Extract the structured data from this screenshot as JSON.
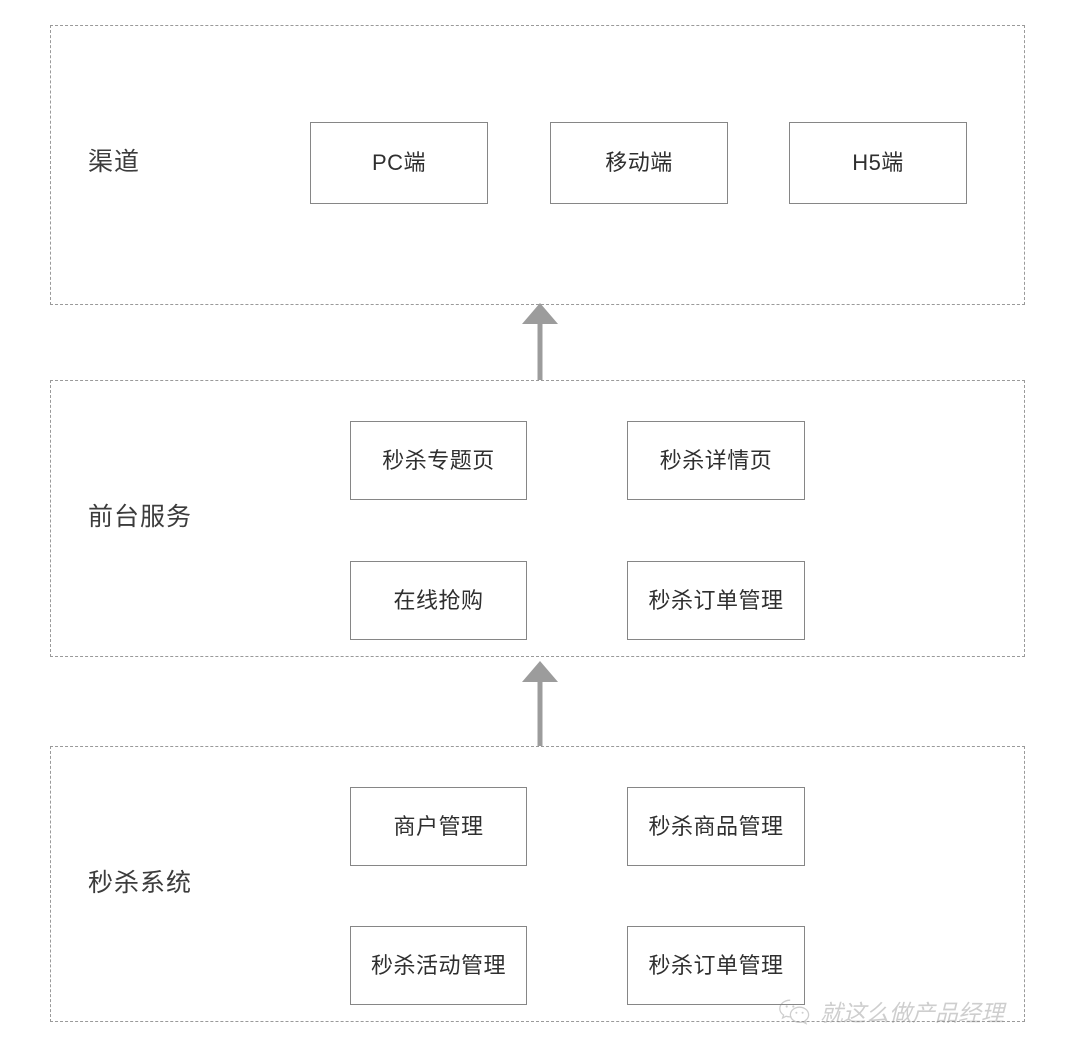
{
  "diagram": {
    "type": "layered-architecture",
    "layers": [
      {
        "id": "channel",
        "label": "渠道",
        "nodes": [
          {
            "label": "PC端"
          },
          {
            "label": "移动端"
          },
          {
            "label": "H5端"
          }
        ]
      },
      {
        "id": "frontend-service",
        "label": "前台服务",
        "nodes": [
          {
            "label": "秒杀专题页"
          },
          {
            "label": "秒杀详情页"
          },
          {
            "label": "在线抢购"
          },
          {
            "label": "秒杀订单管理"
          }
        ]
      },
      {
        "id": "seckill-system",
        "label": "秒杀系统",
        "nodes": [
          {
            "label": "商户管理"
          },
          {
            "label": "秒杀商品管理"
          },
          {
            "label": "秒杀活动管理"
          },
          {
            "label": "秒杀订单管理"
          }
        ]
      }
    ],
    "connectors": [
      {
        "id": "arrow-system-to-service",
        "direction": "up",
        "from": "seckill-system",
        "to": "frontend-service"
      },
      {
        "id": "arrow-service-to-channel",
        "direction": "up",
        "from": "frontend-service",
        "to": "channel"
      }
    ],
    "colors": {
      "layer_border": "#9a9a9a",
      "node_border": "#868686",
      "arrow": "#9c9c9c",
      "text": "#2f2f2f",
      "background": "#ffffff"
    }
  },
  "watermark": {
    "icon": "wechat-logo-icon",
    "text": "就这么做产品经理"
  }
}
